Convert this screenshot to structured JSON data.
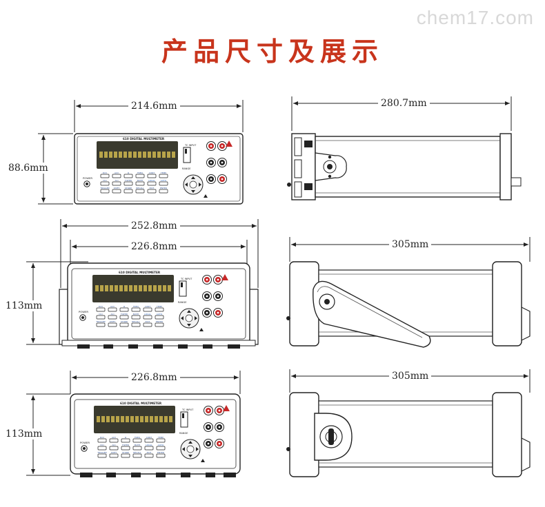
{
  "watermark": "chem17.com",
  "title": "产品尺寸及展示",
  "dimensions": {
    "front1_width": "214.6mm",
    "front1_height": "88.6mm",
    "side1_length": "280.7mm",
    "front2_overall_width": "252.8mm",
    "front2_width": "226.8mm",
    "front2_height": "113mm",
    "side2_length": "305mm",
    "front3_width": "226.8mm",
    "front3_height": "113mm",
    "side3_length": "305mm"
  },
  "panel": {
    "model_label": "610 DIGITAL MULTIMETER",
    "power_label": "POWER",
    "terminal_label": "TC INPUT",
    "range_label": "RANGE",
    "row1_keys": [
      "DCV",
      "ACV",
      "Ω",
      "FREQ",
      "CONT",
      "TEMP"
    ],
    "row2_keys": [
      "DCI",
      "ACI",
      "FILTER",
      "MATH",
      "LOCAL",
      "AUTO"
    ],
    "row3_keys": [
      "TRIGGER",
      "SHIFT",
      "STORE",
      "RECALL",
      "EXIT",
      "ENTER"
    ]
  },
  "colors": {
    "title": "#c8341c",
    "line": "#222222",
    "display": "#3a3a2e",
    "display_text": "#b8a44a",
    "terminal_red": "#c62828",
    "key_blue": "#3a72c8"
  }
}
